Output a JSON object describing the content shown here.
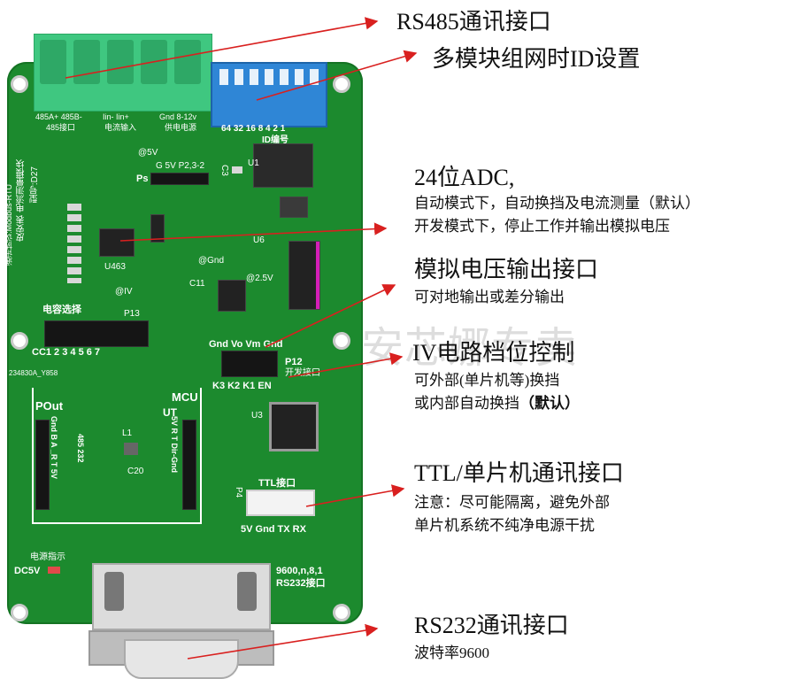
{
  "annotations": {
    "rs485": {
      "title": "RS485通讯接口"
    },
    "id_set": {
      "title": "多模块组网时ID设置"
    },
    "adc": {
      "title": "24位ADC,",
      "line1": "自动模式下，自动换挡及电流测量（默认）",
      "line2": "开发模式下，停止工作并输出模拟电压"
    },
    "analog": {
      "title": "模拟电压输出接口",
      "line1": "可对地输出或差分输出"
    },
    "iv": {
      "title": "IV电路档位控制",
      "line1": "可外部(单片机等)换挡",
      "line2_prefix": "或内部自动换挡",
      "line2_bold": "（默认）"
    },
    "ttl": {
      "title": "TTL/单片机通讯接口",
      "line1": "注意：尽可能隔离，避免外部",
      "line2": "单片机系统不纯净电源干扰"
    },
    "rs232": {
      "title": "RS232通讯接口",
      "line1": "波特率9600"
    }
  },
  "watermark": "安芯娜专卖",
  "board": {
    "terminal_labels": [
      "485A+ 485B-",
      "Iin- Iin+",
      "Gnd 8-12v"
    ],
    "terminal_sub": [
      "485接口",
      "电流输入",
      "供电电源"
    ],
    "dip_numbers": "64 32 16 8 4 2 1",
    "id_label": "ID编号",
    "v5_label": "@5V",
    "g5v_label": "G 5V P2,3-2",
    "ps_label": "Ps",
    "c3_label": "C3",
    "u1_label": "U1",
    "model_text": "皮安表 电流测量模块",
    "model_no": "型号:D27",
    "protocol": "通讯协议:Modbus-RTU",
    "u463": "U463",
    "u6": "U6",
    "gnd_at": "@Gnd",
    "v25_at": "@2.5V",
    "iv_at": "@IV",
    "c11": "C11",
    "cap_select": "电容选择",
    "p13": "P13",
    "cc_row": "CC1 2 3 4 5 6 7",
    "code": "234830A_Y858",
    "p12_top": "Gnd Vo Vm Gnd",
    "p12_name": "P12",
    "p12_sub": "开发接口",
    "k_row": "K3 K2 K1 EN",
    "mcu": "MCU",
    "ut": "UT",
    "pout": "POut",
    "left_vert": "Gnd B A _R T 5V",
    "mid_vert": "485 232",
    "right_vert": "5V R T Dir-Gnd",
    "u3": "U3",
    "l1": "L1",
    "c20": "C20",
    "ttl_label": "TTL接口",
    "p4": "P4",
    "ttl_pins": "5V Gnd TX  RX",
    "power_ind": "电源指示",
    "dc5v": "DC5V",
    "serial_cfg": "9600,n,8,1",
    "rs232_label": "RS232接口"
  }
}
